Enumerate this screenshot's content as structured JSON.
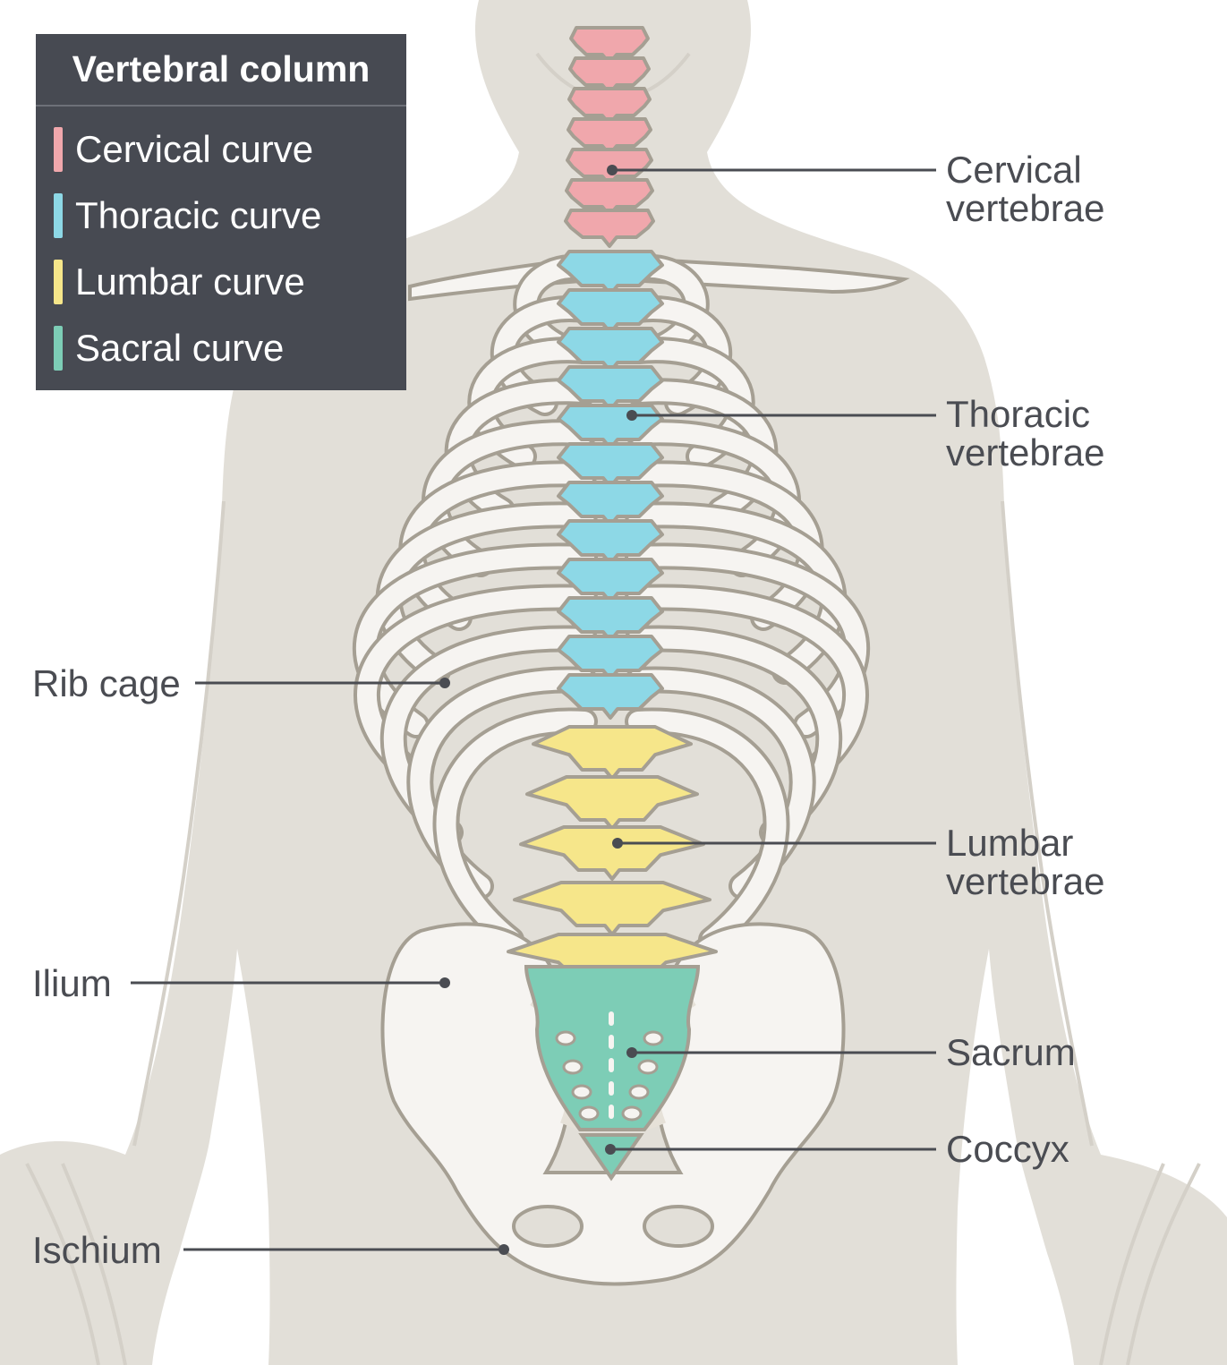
{
  "legend": {
    "title": "Vertebral column",
    "items": [
      {
        "label": "Cervical curve",
        "color": "#f0a7ac"
      },
      {
        "label": "Thoracic curve",
        "color": "#8dd8e6"
      },
      {
        "label": "Lumbar curve",
        "color": "#f6e68a"
      },
      {
        "label": "Sacral curve",
        "color": "#7dcdb6"
      }
    ]
  },
  "labels": {
    "cervical": {
      "line1": "Cervical",
      "line2": "vertebrae"
    },
    "thoracic": {
      "line1": "Thoracic",
      "line2": "vertebrae"
    },
    "lumbar": {
      "line1": "Lumbar",
      "line2": "vertebrae"
    },
    "sacrum": "Sacrum",
    "coccyx": "Coccyx",
    "rib_cage": "Rib cage",
    "ilium": "Ilium",
    "ischium": "Ischium"
  },
  "colors": {
    "body": "#e2dfd8",
    "bone": "#f6f4f1",
    "bone_shade": "#ebe5dc",
    "bone_outline": "#a59f93",
    "rib_gap": "#b0a89b",
    "leader": "#4a4c52",
    "legend_bg": "#474a52"
  }
}
